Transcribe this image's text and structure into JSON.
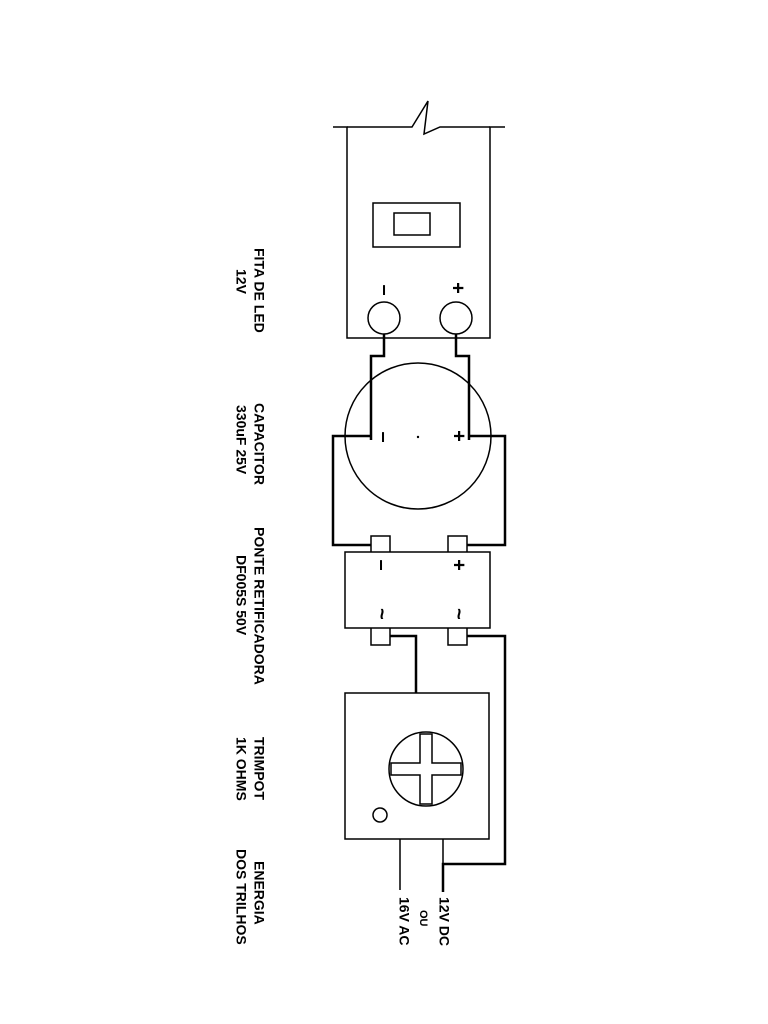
{
  "labels": {
    "led_line1": "FITA DE LED",
    "led_line2": "12V",
    "cap_line1": "CAPACITOR",
    "cap_line2": "330uF 25V",
    "bridge_line1": "PONTE RETIFICADORA",
    "bridge_line2": "DF005S 50V",
    "trim_line1": "TRIMPOT",
    "trim_line2": "1K OHMS",
    "energy_line1": "ENERGIA",
    "energy_line2": "DOS TRILHOS",
    "input_line1": "12V DC",
    "input_line2": "OU",
    "input_line3": "16V AC"
  },
  "symbols": {
    "plus": "+",
    "minus": "–",
    "ac": "~"
  }
}
